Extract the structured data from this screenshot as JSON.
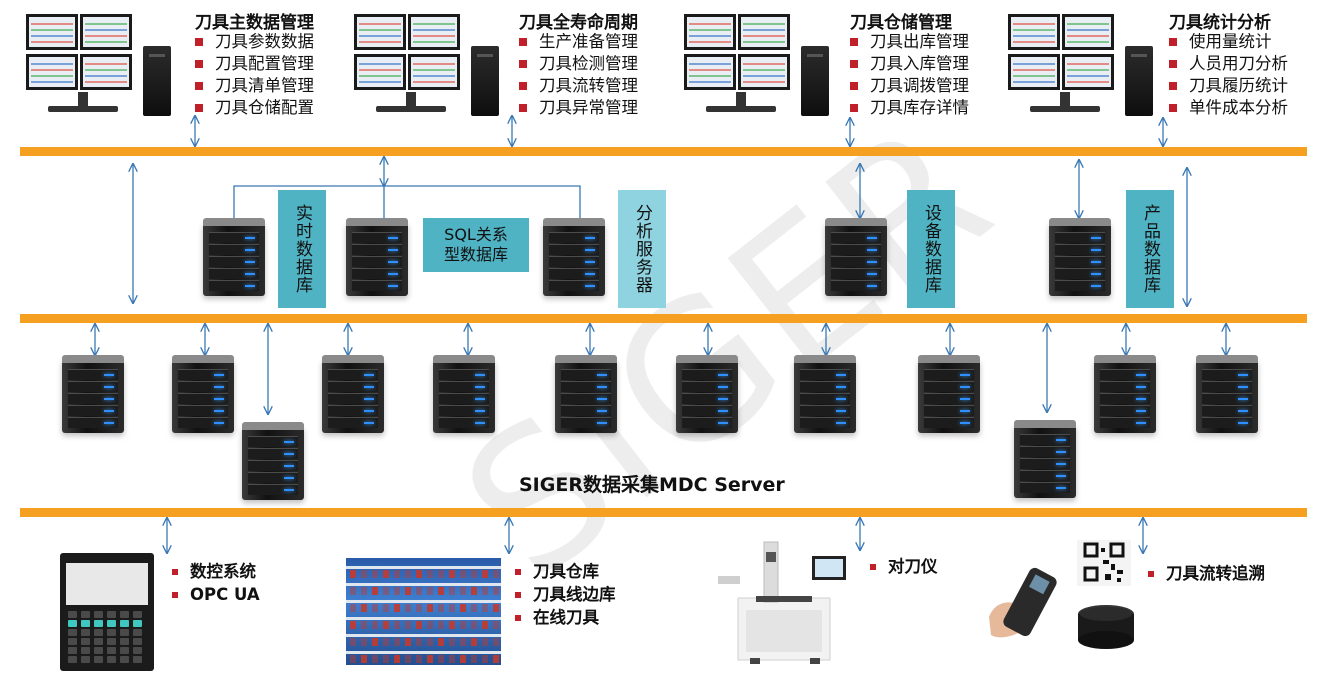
{
  "watermark": "SIGER",
  "modules": [
    {
      "title": "刀具主数据管理",
      "items": [
        "刀具参数数据",
        "刀具配置管理",
        "刀具清单管理",
        "刀具仓储配置"
      ]
    },
    {
      "title": "刀具全寿命周期",
      "items": [
        "生产准备管理",
        "刀具检测管理",
        "刀具流转管理",
        "刀具异常管理"
      ]
    },
    {
      "title": "刀具仓储管理",
      "items": [
        "刀具出库管理",
        "刀具入库管理",
        "刀具调拨管理",
        "刀具库存详情"
      ]
    },
    {
      "title": "刀具统计分析",
      "items": [
        "使用量统计",
        "人员用刀分析",
        "刀具履历统计",
        "单件成本分析"
      ]
    }
  ],
  "databases": {
    "realtime": "实时数据库",
    "sql_line1": "SQL关系",
    "sql_line2": "型数据库",
    "analysis": "分析服务器",
    "equipment": "设备数据库",
    "product": "产品数据库"
  },
  "mdc_label": "SIGER数据采集MDC Server",
  "devices": {
    "cnc": [
      "数控系统",
      "OPC UA"
    ],
    "storage": [
      "刀具仓库",
      "刀具线边库",
      "在线刀具"
    ],
    "presetter": [
      "对刀仪"
    ],
    "tracking": [
      "刀具流转追溯"
    ]
  },
  "colors": {
    "bus": "#f5a021",
    "db_box": "#4fb3c4",
    "analysis_box": "#8fd3e1",
    "bullet": "#c0202a",
    "arrow": "#3a78b5"
  }
}
